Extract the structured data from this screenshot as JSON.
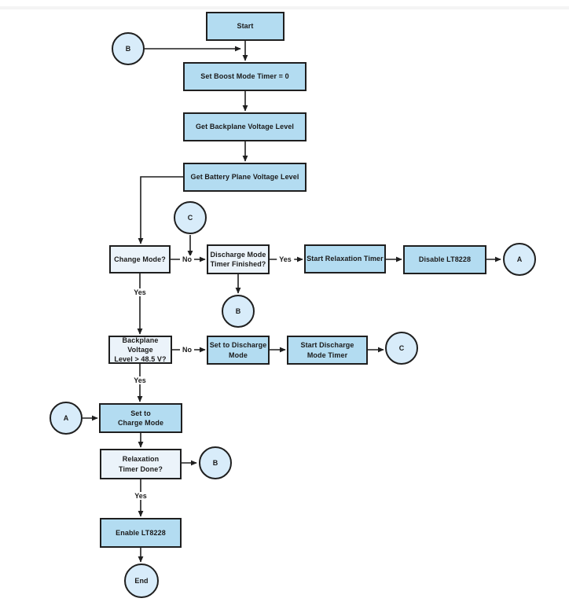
{
  "colors": {
    "process_fill": "#b3dcf1",
    "decision_fill": "#ebf3fa",
    "connector_fill": "#d8ecfa",
    "stroke": "#1f1f1f",
    "text": "#1b1b1b"
  },
  "nodes": {
    "start": {
      "label": "Start",
      "type": "process"
    },
    "connector_b_top": {
      "label": "B",
      "type": "connector"
    },
    "set_boost": {
      "label": "Set Boost Mode Timer = 0",
      "type": "process"
    },
    "get_backplane": {
      "label": "Get Backplane Voltage Level",
      "type": "process"
    },
    "get_battery": {
      "label": "Get Battery Plane Voltage Level",
      "type": "process"
    },
    "connector_c_top": {
      "label": "C",
      "type": "connector"
    },
    "change_mode": {
      "label": "Change Mode?",
      "type": "decision"
    },
    "discharge_timer_finished": {
      "label": "Discharge Mode\nTimer Finished?",
      "type": "decision"
    },
    "start_relaxation": {
      "label": "Start Relaxation Timer",
      "type": "process"
    },
    "disable_lt8228": {
      "label": "Disable LT8228",
      "type": "process"
    },
    "connector_a_right": {
      "label": "A",
      "type": "connector"
    },
    "connector_b_mid": {
      "label": "B",
      "type": "connector"
    },
    "backplane_level": {
      "label": "Backplane Voltage\nLevel > 48.5 V?",
      "type": "decision"
    },
    "set_discharge": {
      "label": "Set to Discharge\nMode",
      "type": "process"
    },
    "start_discharge_timer": {
      "label": "Start Discharge\nMode Timer",
      "type": "process"
    },
    "connector_c_right": {
      "label": "C",
      "type": "connector"
    },
    "connector_a_left": {
      "label": "A",
      "type": "connector"
    },
    "set_charge": {
      "label": "Set to\nCharge Mode",
      "type": "process"
    },
    "relaxation_done": {
      "label": "Relaxation\nTimer Done?",
      "type": "decision"
    },
    "connector_b_right": {
      "label": "B",
      "type": "connector"
    },
    "enable_lt8228": {
      "label": "Enable LT8228",
      "type": "process"
    },
    "end": {
      "label": "End",
      "type": "connector"
    }
  },
  "edge_labels": {
    "change_mode_no": "No",
    "change_mode_yes": "Yes",
    "discharge_finished_yes": "Yes",
    "backplane_no": "No",
    "backplane_yes": "Yes",
    "relaxation_yes": "Yes"
  }
}
